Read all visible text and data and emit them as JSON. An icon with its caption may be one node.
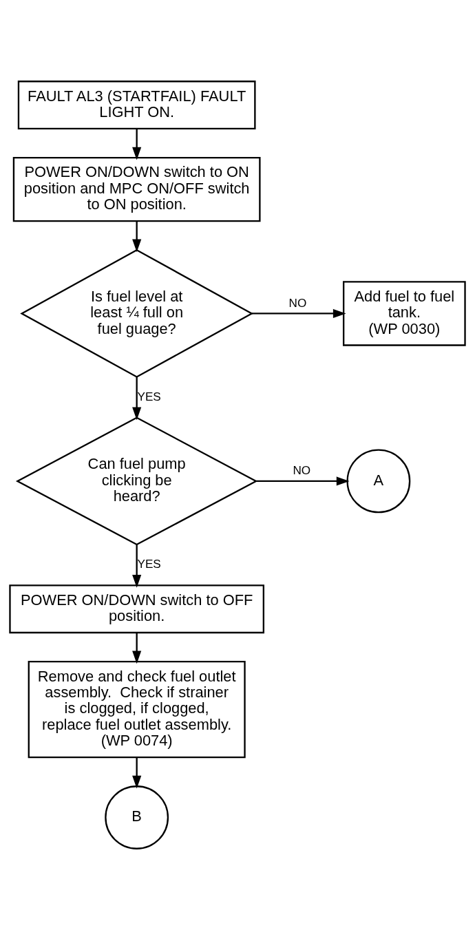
{
  "diagram": {
    "nodes": [
      {
        "text": [
          "FAULT AL3 (STARTFAIL) FAULT LIGHT ON."
        ]
      },
      {
        "text": [
          "POWER ON/DOWN switch to ON position and MPC ON/OFF switch to ON position."
        ]
      },
      {
        "text": [
          "Is fuel level at least ¼ full on fuel guage?"
        ]
      },
      {
        "text": [
          "Add fuel to fuel tank.",
          "(WP 0030)"
        ]
      },
      {
        "text": [
          "Can fuel pump clicking be heard?"
        ]
      },
      {
        "text": [
          "A"
        ]
      },
      {
        "text": [
          "POWER ON/DOWN switch to OFF position."
        ]
      },
      {
        "text": [
          "Remove and check fuel outlet assembly.  Check if strainer is clogged, if clogged, replace fuel outlet assembly.",
          "(WP 0074)"
        ]
      },
      {
        "text": [
          "B"
        ]
      }
    ],
    "edges": [
      {
        "from": 0,
        "to": 1,
        "arrow": "to"
      },
      {
        "from": 1,
        "to": 2,
        "arrow": "to"
      },
      {
        "from": 2,
        "to": 3,
        "arrow": "to",
        "label": "NO"
      },
      {
        "from": 2,
        "to": 4,
        "arrow": "to",
        "label": "YES"
      },
      {
        "from": 4,
        "to": 5,
        "arrow": "to",
        "label": "NO"
      },
      {
        "from": 4,
        "to": 6,
        "arrow": "to",
        "label": "YES"
      },
      {
        "from": 6,
        "to": 7,
        "arrow": "to"
      },
      {
        "from": 7,
        "to": 8,
        "arrow": "to"
      }
    ]
  }
}
